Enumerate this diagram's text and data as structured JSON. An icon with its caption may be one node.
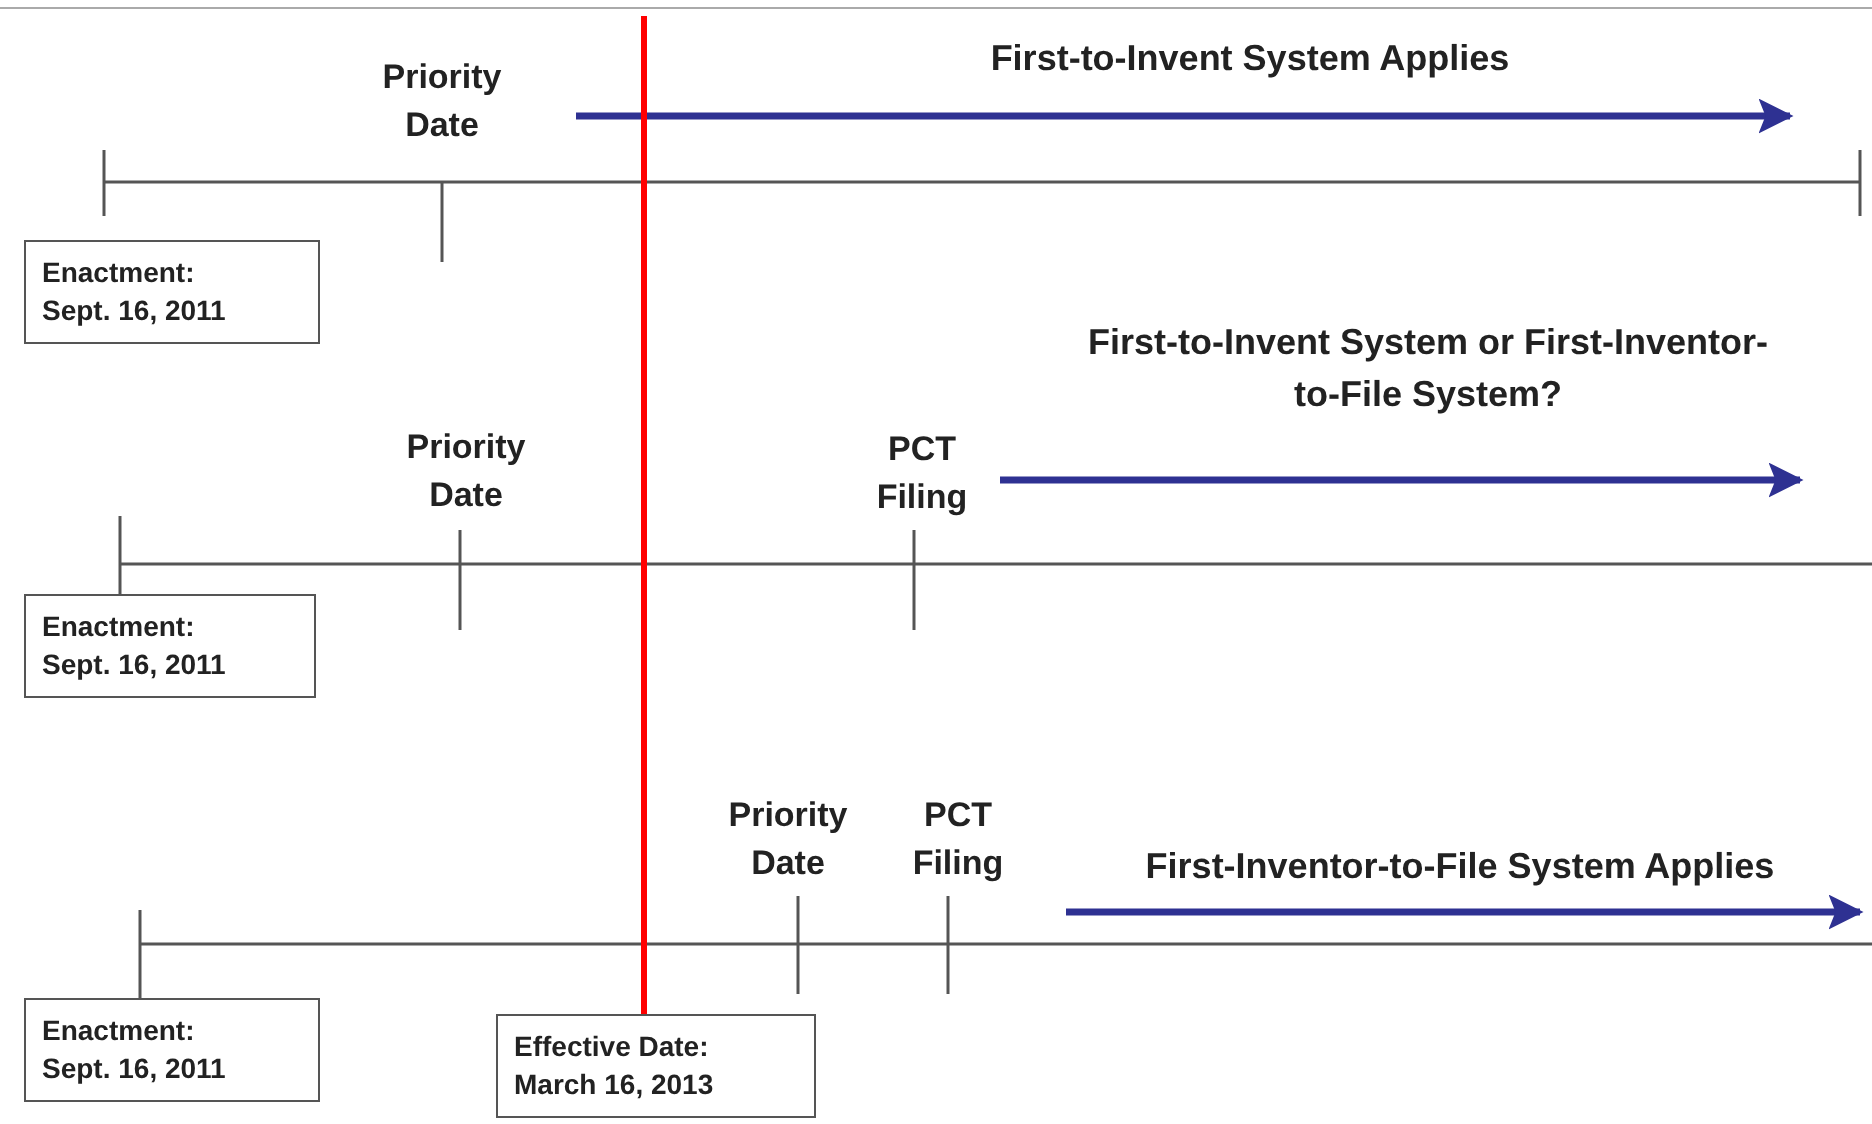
{
  "diagram": {
    "nodes": [
      {
        "text": [
          "Enactment: Sept. 16, 2011"
        ]
      },
      {
        "text": [
          "Enactment: Sept. 16, 2011"
        ]
      },
      {
        "text": [
          "Enactment: Sept. 16, 2011"
        ]
      },
      {
        "text": [
          "Effective Date: March 16, 2013"
        ]
      }
    ],
    "labels": [
      "Priority Date",
      "First-to-Invent System Applies",
      "First-to-Invent System or First-Inventor-to-File System?",
      "Priority Date",
      "PCT Filing",
      "Priority Date",
      "PCT Filing",
      "First-Inventor-to-File System Applies"
    ]
  }
}
